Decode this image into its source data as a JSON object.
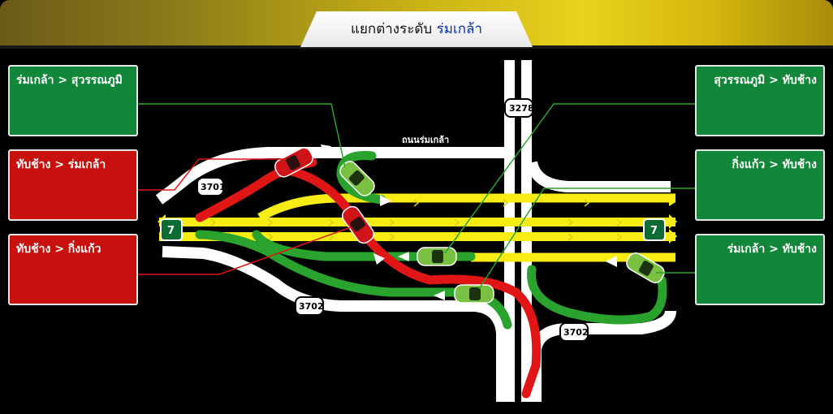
{
  "header": {
    "title_prefix": "แยกต่างระดับ",
    "title_highlight": "ร่มเกล้า"
  },
  "routes": {
    "left": [
      {
        "label": "ร่มเกล้า > สุวรรณภูมิ",
        "color": "green"
      },
      {
        "label": "ทับช้าง > ร่มเกล้า",
        "color": "red"
      },
      {
        "label": "ทับช้าง > กิ่งแก้ว",
        "color": "red"
      }
    ],
    "right": [
      {
        "label": "สุวรรณภูมิ > ทับช้าง",
        "color": "green"
      },
      {
        "label": "กิ่งแก้ว > ทับช้าง",
        "color": "green"
      },
      {
        "label": "ร่มเกล้า > ทับช้าง",
        "color": "green"
      }
    ]
  },
  "map": {
    "road_name": "ถนนร่มเกล้า",
    "road_numbers": {
      "r3278": "3278",
      "r3701": "3701",
      "r3702_left": "3702",
      "r3702_right": "3702",
      "r7_left": "7",
      "r7_right": "7"
    }
  },
  "colors": {
    "highway": "#f7ec14",
    "road": "#ffffff",
    "green_route": "#2aa32e",
    "red_route": "#e01515",
    "box_green": "#12873a",
    "box_red": "#c8100e"
  }
}
